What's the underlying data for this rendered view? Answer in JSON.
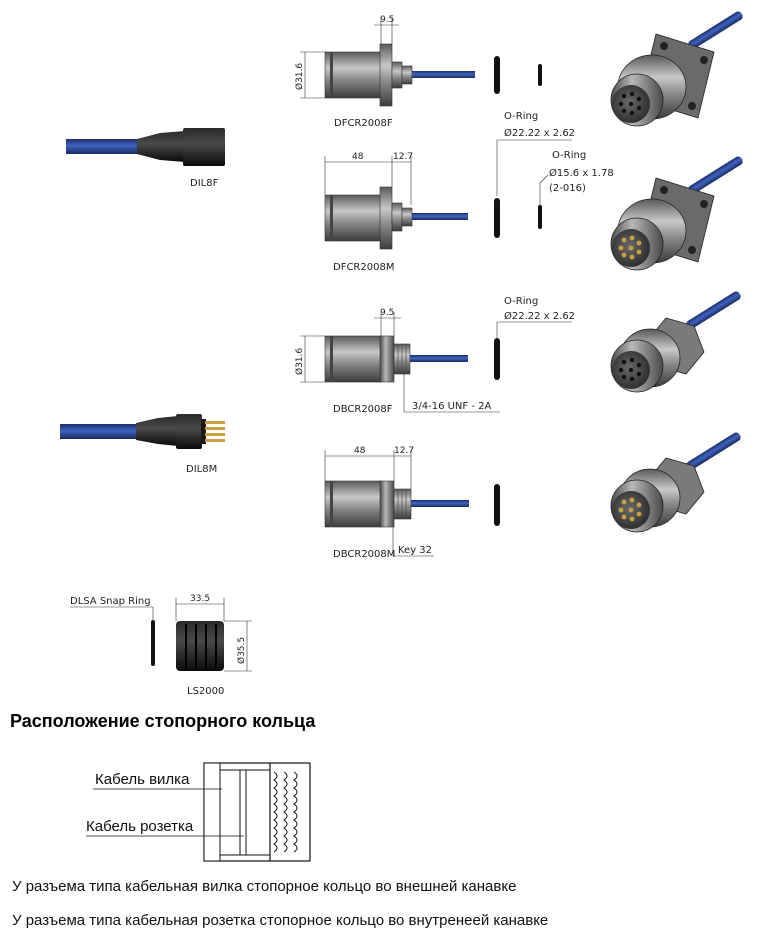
{
  "colors": {
    "cable": "#2f4fa0",
    "body": "#9a9a9a",
    "body_dark": "#555555",
    "black": "#141414",
    "gold": "#c8a040"
  },
  "parts": {
    "dil8f": "DIL8F",
    "dil8m": "DIL8M",
    "dfcr2008f": "DFCR2008F",
    "dfcr2008m": "DFCR2008M",
    "dbcr2008f": "DBCR2008F",
    "dbcr2008m": "DBCR2008M",
    "ls2000": "LS2000"
  },
  "dims": {
    "d1_width": "9.5",
    "d1_dia": "Ø31.6",
    "d2_len": "48",
    "d2_width": "12.7",
    "d3_width": "9.5",
    "d3_dia": "Ø31.6",
    "d4_len": "48",
    "d4_width": "12.7",
    "ls_len": "33.5",
    "ls_dia": "Ø35.5"
  },
  "annotations": {
    "oring1_title": "O-Ring",
    "oring1_size": "Ø22.22 x 2.62",
    "oring2_title": "O-Ring",
    "oring2_size": "Ø15.6 x 1.78",
    "oring2_code": "(2-016)",
    "oring3_title": "O-Ring",
    "oring3_size": "Ø22.22 x 2.62",
    "thread": "3/4-16 UNF - 2A",
    "key": "Key 32",
    "snap_ring": "DLSA Snap Ring"
  },
  "section": {
    "title": "Расположение стопорного кольца",
    "label_plug": "Кабель вилка",
    "label_socket": "Кабель розетка",
    "note_plug": "У разъема типа кабельная вилка стопорное кольцо во внешней канавке",
    "note_socket": "У разъема типа кабельная розетка стопорное кольцо во внутренеей канавке"
  }
}
